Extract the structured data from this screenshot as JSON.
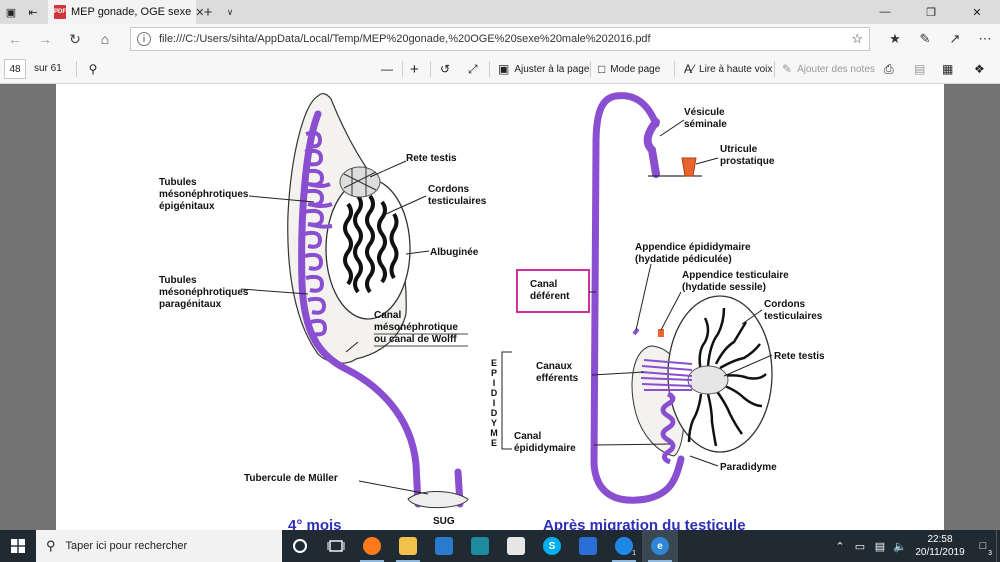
{
  "browser": {
    "tab": {
      "title": "MEP gonade, OGE sexe",
      "icon": "pdf-file-icon",
      "icon_label": "PDF"
    },
    "new_tab_label": "+",
    "url": "file:///C:/Users/sihta/AppData/Local/Temp/MEP%20gonade,%20OGE%20sexe%20male%202016.pdf"
  },
  "pdf_toolbar": {
    "page_current": "48",
    "page_total_label": "sur 61",
    "fit_page_label": "Ajuster à la page",
    "page_mode_label": "Mode page",
    "read_aloud_label": "Lire à haute voix",
    "add_notes_label": "Ajouter des notes"
  },
  "figure": {
    "left": {
      "caption": "4° mois",
      "labels": {
        "tubules_epigenitaux": [
          "Tubules",
          "mésonéphrotiques",
          "épigénitaux"
        ],
        "tubules_paragenitaux": [
          "Tubules",
          "mésonéphrotiques",
          "paragénitaux"
        ],
        "rete_testis": "Rete testis",
        "cordons": [
          "Cordons",
          "testiculaires"
        ],
        "albuginee": "Albuginée",
        "canal_wolff": [
          "Canal",
          "mésonéphrotique",
          "ou canal de Wolff"
        ],
        "tubercule": "Tubercule de Müller",
        "sug": "SUG"
      }
    },
    "right": {
      "caption": "Après migration du testicule",
      "labels": {
        "vesicule": [
          "Vésicule",
          "séminale"
        ],
        "utricule": [
          "Utricule",
          "prostatique"
        ],
        "appendice_epid": [
          "Appendice épididymaire",
          "(hydatide pédiculée)"
        ],
        "appendice_test": [
          "Appendice testiculaire",
          "(hydatide sessile)"
        ],
        "cordons": [
          "Cordons",
          "testiculaires"
        ],
        "canal_deferent": [
          "Canal",
          "déférent"
        ],
        "canaux_efferents": [
          "Canaux",
          "efférents"
        ],
        "rete_testis": "Rete testis",
        "canal_epid": [
          "Canal",
          "épididymaire"
        ],
        "paradidyme": "Paradidyme",
        "epididyme_letters": [
          "E",
          "P",
          "I",
          "D",
          "I",
          "D",
          "Y",
          "M",
          "E"
        ]
      }
    },
    "colors": {
      "duct": "#8a4fd0",
      "caption": "#2e2eb8",
      "highlight_box": "#d0309e",
      "utricule": "#e8652e"
    }
  },
  "taskbar": {
    "search_placeholder": "Taper ici pour rechercher",
    "time": "22:58",
    "date": "20/11/2019",
    "notifications_count": "3",
    "skype_badge": "1"
  }
}
